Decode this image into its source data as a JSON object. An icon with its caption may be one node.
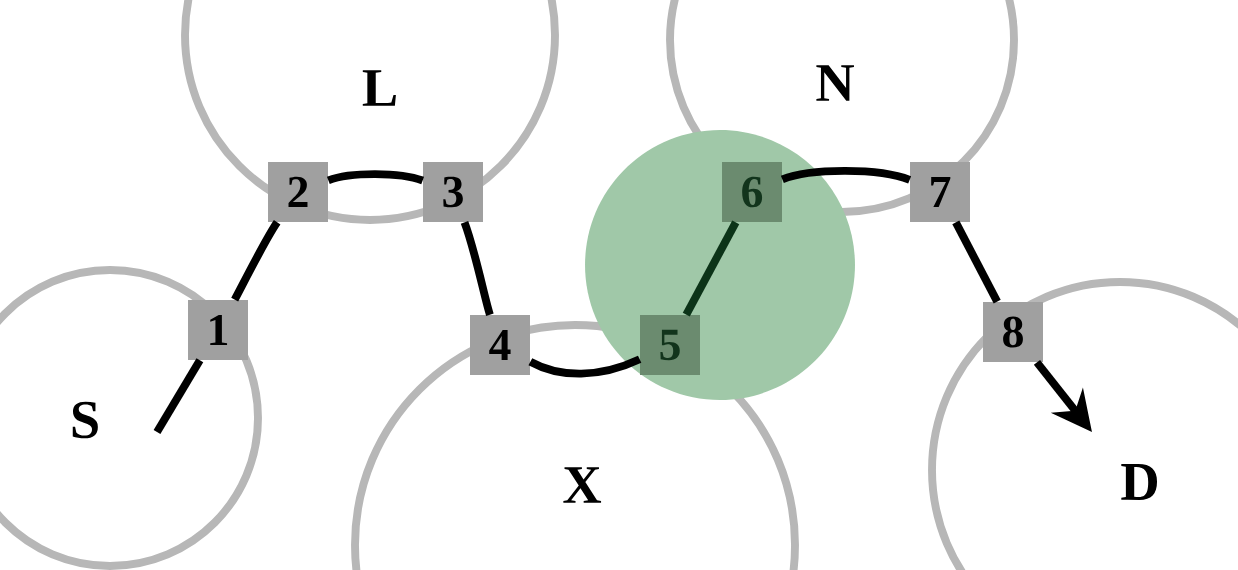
{
  "diagram": {
    "nodes": [
      {
        "text": [
          "S"
        ]
      },
      {
        "text": [
          "L"
        ]
      },
      {
        "text": [
          "N"
        ]
      },
      {
        "text": [
          "X"
        ]
      },
      {
        "text": [
          "D"
        ]
      },
      {
        "text": [],
        "shape": "circle"
      },
      {
        "text": [
          "1"
        ]
      },
      {
        "text": [
          "2"
        ]
      },
      {
        "text": [
          "3"
        ]
      },
      {
        "text": [
          "4"
        ]
      },
      {
        "text": [
          "5"
        ],
        "in": 5
      },
      {
        "text": [
          "6"
        ],
        "in": 5
      },
      {
        "text": [
          "7"
        ]
      },
      {
        "text": [
          "8"
        ]
      }
    ],
    "edges": [
      {
        "from": null,
        "to": 6,
        "arrow": "none"
      },
      {
        "from": 6,
        "to": 7,
        "arrow": "none"
      },
      {
        "from": 7,
        "to": 8,
        "arrow": "none"
      },
      {
        "from": 8,
        "to": 9,
        "arrow": "none"
      },
      {
        "from": 9,
        "to": 10,
        "arrow": "none"
      },
      {
        "from": 10,
        "to": 11,
        "arrow": "none",
        "color": "#0c3318"
      },
      {
        "from": 11,
        "to": 12,
        "arrow": "none"
      },
      {
        "from": 12,
        "to": 13,
        "arrow": "none"
      },
      {
        "from": 13,
        "to": null,
        "arrow": "to"
      }
    ]
  }
}
